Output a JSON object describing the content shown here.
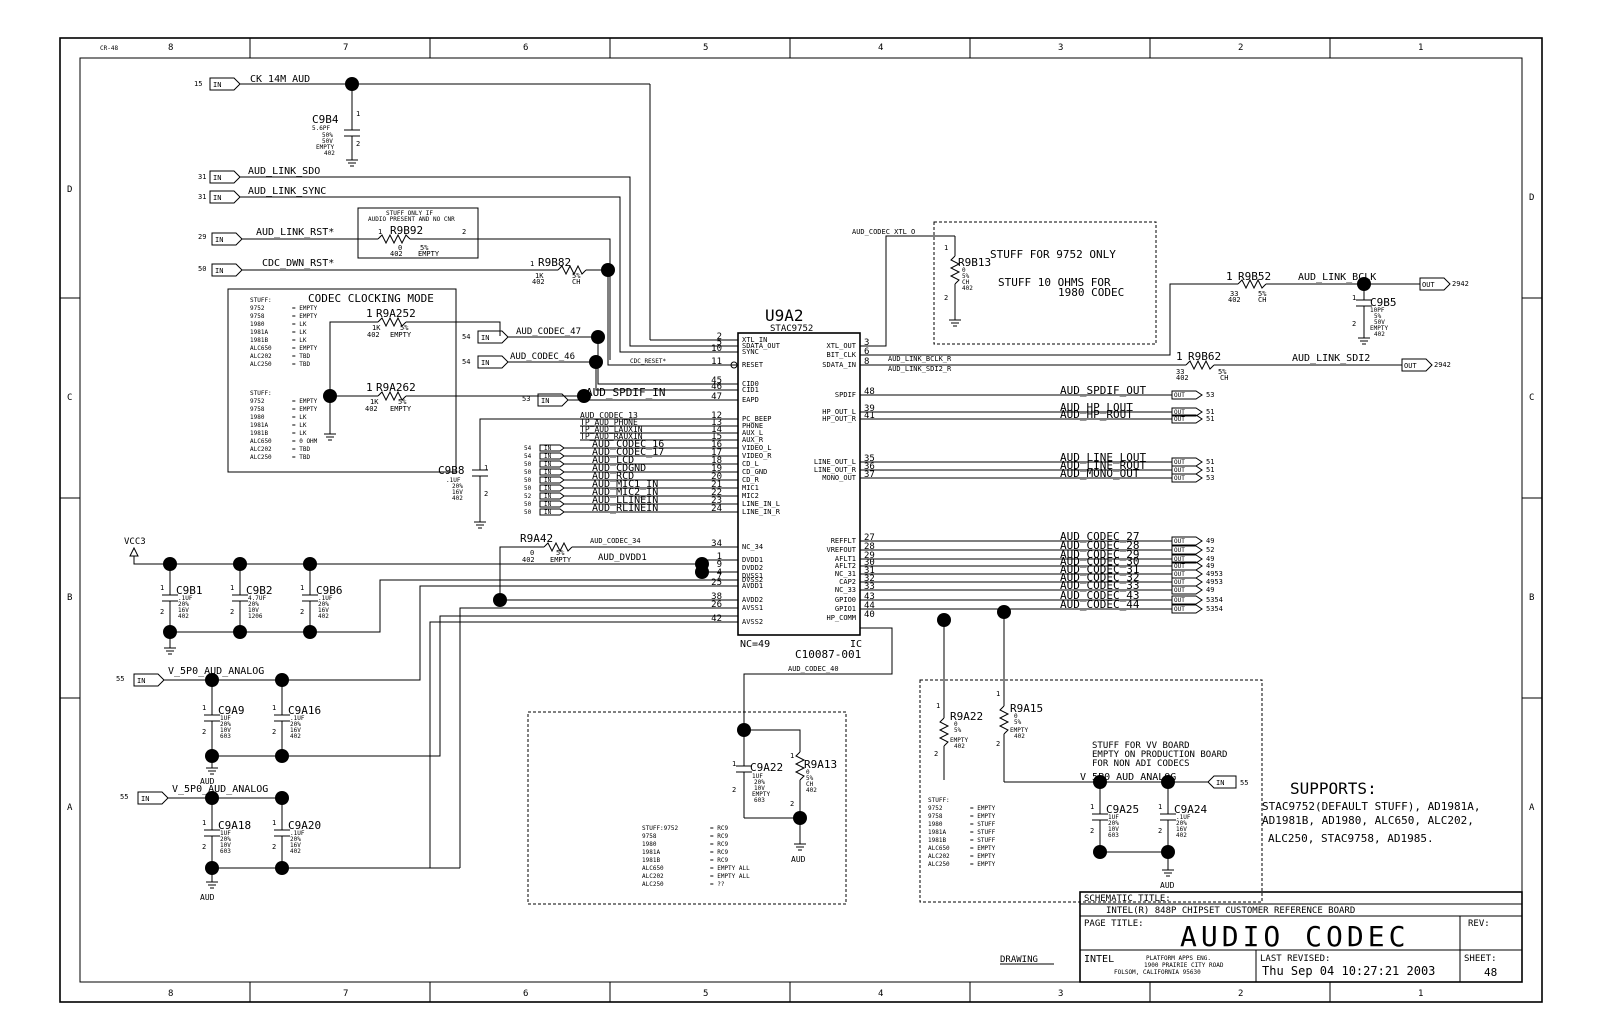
{
  "sheet_marker": "CR-48",
  "border": {
    "top_cols": [
      "8",
      "7",
      "6",
      "5",
      "4",
      "3",
      "2",
      "1"
    ],
    "bottom_cols": [
      "8",
      "7",
      "6",
      "5",
      "4",
      "3",
      "2",
      "1"
    ],
    "left_rows": [
      "D",
      "C",
      "B",
      "A"
    ],
    "right_rows": [
      "D",
      "C",
      "B",
      "A"
    ]
  },
  "chip": {
    "ref": "U9A2",
    "part": "STAC9752",
    "type": "IC",
    "pn": "C10087-001",
    "nc": "NC=49",
    "left_pins": [
      {
        "num": "2",
        "name": "XTL_IN"
      },
      {
        "num": "5",
        "name": "SDATA_OUT"
      },
      {
        "num": "10",
        "name": "SYNC"
      },
      {
        "num": "11",
        "name": "RESET"
      },
      {
        "num": "45",
        "name": "CID0"
      },
      {
        "num": "46",
        "name": "CID1"
      },
      {
        "num": "47",
        "name": "EAPD"
      },
      {
        "num": "12",
        "name": "PC_BEEP"
      },
      {
        "num": "13",
        "name": "PHONE"
      },
      {
        "num": "14",
        "name": "AUX_L"
      },
      {
        "num": "15",
        "name": "AUX_R"
      },
      {
        "num": "16",
        "name": "VIDEO_L"
      },
      {
        "num": "17",
        "name": "VIDEO_R"
      },
      {
        "num": "18",
        "name": "CD_L"
      },
      {
        "num": "19",
        "name": "CD_GND"
      },
      {
        "num": "20",
        "name": "CD_R"
      },
      {
        "num": "21",
        "name": "MIC1"
      },
      {
        "num": "22",
        "name": "MIC2"
      },
      {
        "num": "23",
        "name": "LINE_IN_L"
      },
      {
        "num": "24",
        "name": "LINE_IN_R"
      },
      {
        "num": "34",
        "name": "NC_34"
      },
      {
        "num": "1",
        "name": "DVDD1"
      },
      {
        "num": "9",
        "name": "DVDD2"
      },
      {
        "num": "4",
        "name": "DVSS1"
      },
      {
        "num": "7",
        "name": "DVSS2"
      },
      {
        "num": "25",
        "name": "AVDD1"
      },
      {
        "num": "38",
        "name": "AVDD2"
      },
      {
        "num": "26",
        "name": "AVSS1"
      },
      {
        "num": "42",
        "name": "AVSS2"
      }
    ],
    "right_pins": [
      {
        "num": "3",
        "name": "XTL_OUT"
      },
      {
        "num": "6",
        "name": "BIT_CLK"
      },
      {
        "num": "8",
        "name": "SDATA_IN"
      },
      {
        "num": "48",
        "name": "SPDIF"
      },
      {
        "num": "39",
        "name": "HP_OUT_L"
      },
      {
        "num": "41",
        "name": "HP_OUT_R"
      },
      {
        "num": "35",
        "name": "LINE_OUT_L"
      },
      {
        "num": "36",
        "name": "LINE_OUT_R"
      },
      {
        "num": "37",
        "name": "MONO_OUT"
      },
      {
        "num": "27",
        "name": "REFFLT"
      },
      {
        "num": "28",
        "name": "VREFOUT"
      },
      {
        "num": "29",
        "name": "AFLT1"
      },
      {
        "num": "30",
        "name": "AFLT2"
      },
      {
        "num": "31",
        "name": "NC_31"
      },
      {
        "num": "32",
        "name": "CAP2"
      },
      {
        "num": "33",
        "name": "NC_33"
      },
      {
        "num": "43",
        "name": "GPIO0"
      },
      {
        "num": "44",
        "name": "GPIO1"
      },
      {
        "num": "40",
        "name": "HP_COMM"
      }
    ]
  },
  "inputs": [
    {
      "page": "15",
      "net": "CK_14M_AUD"
    },
    {
      "page": "31",
      "net": "AUD_LINK_SDO"
    },
    {
      "page": "31",
      "net": "AUD_LINK_SYNC"
    },
    {
      "page": "29",
      "net": "AUD_LINK_RST*"
    },
    {
      "page": "50",
      "net": "CDC_DWN_RST*"
    },
    {
      "page": "54",
      "net": "AUD_CODEC_47"
    },
    {
      "page": "54",
      "net": "AUD_CODEC_46"
    },
    {
      "page": "53",
      "net": "AUD_SPDIF_IN"
    },
    {
      "page": "55",
      "net": "V_5P0_AUD_ANALOG"
    },
    {
      "page": "55",
      "net": "V_5P0_AUD_ANALOG"
    }
  ],
  "mid_inputs": [
    {
      "page": "",
      "net": "AUD_CODEC_13"
    },
    {
      "page": "",
      "net": "TP_AUD_PHONE"
    },
    {
      "page": "",
      "net": "TP_AUD_LAUXIN"
    },
    {
      "page": "",
      "net": "TP_AUD_RAUXIN"
    },
    {
      "page": "54",
      "net": "AUD_CODEC_16"
    },
    {
      "page": "54",
      "net": "AUD_CODEC_17"
    },
    {
      "page": "50",
      "net": "AUD_LCD"
    },
    {
      "page": "50",
      "net": "AUD_CDGND"
    },
    {
      "page": "50",
      "net": "AUD_RCD"
    },
    {
      "page": "50",
      "net": "AUD_MIC1_IN"
    },
    {
      "page": "52",
      "net": "AUD_MIC2_IN"
    },
    {
      "page": "50",
      "net": "AUD_LLINEIN"
    },
    {
      "page": "50",
      "net": "AUD_RLINEIN"
    }
  ],
  "outputs": [
    {
      "net": "AUD_LINK_BCLK",
      "page": "2942"
    },
    {
      "net": "AUD_LINK_SDI2",
      "page": "2942"
    },
    {
      "net": "AUD_SPDIF_OUT",
      "page": "53"
    },
    {
      "net": "AUD_HP_LOUT",
      "page": "51"
    },
    {
      "net": "AUD_HP_ROUT",
      "page": "51"
    },
    {
      "net": "AUD_LINE_LOUT",
      "page": "51"
    },
    {
      "net": "AUD_LINE_ROUT",
      "page": "51"
    },
    {
      "net": "AUD_MONO_OUT",
      "page": "53"
    },
    {
      "net": "AUD_CODEC_27",
      "page": "49"
    },
    {
      "net": "AUD_CODEC_28",
      "page": "52"
    },
    {
      "net": "AUD_CODEC_29",
      "page": "49"
    },
    {
      "net": "AUD_CODEC_30",
      "page": "49"
    },
    {
      "net": "AUD_CODEC_31",
      "page": "4953"
    },
    {
      "net": "AUD_CODEC_32",
      "page": "4953"
    },
    {
      "net": "AUD_CODEC_33",
      "page": "49"
    },
    {
      "net": "AUD_CODEC_43",
      "page": "5354"
    },
    {
      "net": "AUD_CODEC_44",
      "page": "5354"
    }
  ],
  "nets": {
    "aud_codec_xtl_o": "AUD_CODEC_XTL_O",
    "aud_link_bclk_r": "AUD_LINK_BCLK_R",
    "aud_link_sdi2_r": "AUD_LINK_SDI2_R",
    "cdc_reset": "CDC_RESET*",
    "aud_codec_34": "AUD_CODEC_34",
    "aud_dvdd1": "AUD_DVDD1",
    "aud_codec_40": "AUD_CODEC_40",
    "vcc3": "VCC3",
    "aud": "AUD"
  },
  "components": {
    "c9b4": [
      "C9B4",
      "5.6PF",
      "50%",
      "50V",
      "EMPTY",
      "402"
    ],
    "r9b92": [
      "R9B92",
      "0",
      "5%",
      "402",
      "EMPTY"
    ],
    "r9b82": [
      "R9B82",
      "1K",
      "5%",
      "402",
      "CH"
    ],
    "r9a252": [
      "R9A252",
      "1K",
      "5%",
      "402",
      "EMPTY"
    ],
    "r9a262": [
      "R9A262",
      "1K",
      "5%",
      "402",
      "EMPTY"
    ],
    "c9b8": [
      "C9B8",
      ".1UF",
      "20%",
      "16V",
      "402"
    ],
    "r9b13": [
      "R9B13",
      "0",
      "5%",
      "CH",
      "402"
    ],
    "r9b52": [
      "R9B52",
      "33",
      "5%",
      "402",
      "CH"
    ],
    "c9b5": [
      "C9B5",
      "10PF",
      "5%",
      "50V",
      "EMPTY",
      "402"
    ],
    "r9b62": [
      "R9B62",
      "33",
      "5%",
      "402",
      "CH"
    ],
    "r9a42": [
      "R9A42",
      "0",
      "5%",
      "402",
      "EMPTY"
    ],
    "c9b1": [
      "C9B1",
      ".1UF",
      "20%",
      "16V",
      "402"
    ],
    "c9b2": [
      "C9B2",
      "4.7UF",
      "20%",
      "10V",
      "1206"
    ],
    "c9b6": [
      "C9B6",
      ".1UF",
      "20%",
      "16V",
      "402"
    ],
    "c9a9": [
      "C9A9",
      "1UF",
      "20%",
      "10V",
      "603"
    ],
    "c9a16": [
      "C9A16",
      ".1UF",
      "20%",
      "16V",
      "402"
    ],
    "c9a18": [
      "C9A18",
      "1UF",
      "20%",
      "10V",
      "603"
    ],
    "c9a20": [
      "C9A20",
      ".1UF",
      "20%",
      "16V",
      "402"
    ],
    "c9a22": [
      "C9A22",
      "1UF",
      "20%",
      "10V",
      "EMPTY",
      "603"
    ],
    "r9a13": [
      "R9A13",
      "0",
      "5%",
      "CH",
      "402"
    ],
    "r9a22": [
      "R9A22",
      "0",
      "5%",
      "EMPTY",
      "402"
    ],
    "r9a15": [
      "R9A15",
      "0",
      "5%",
      "EMPTY",
      "402"
    ],
    "c9a25": [
      "C9A25",
      "1UF",
      "20%",
      "10V",
      "603"
    ],
    "c9a24": [
      "C9A24",
      ".1UF",
      "20%",
      "16V",
      "402"
    ]
  },
  "notes": {
    "stuff_only": [
      "STUFF ONLY IF",
      "AUDIO PRESENT AND NO CNR"
    ],
    "clocking_title": "CODEC CLOCKING MODE",
    "clocking_table1": [
      [
        "STUFF:",
        ""
      ],
      [
        "9752",
        "= EMPTY"
      ],
      [
        "9758",
        "= EMPTY"
      ],
      [
        "1980",
        "= LK"
      ],
      [
        "1981A",
        "= LK"
      ],
      [
        "1981B",
        "= LK"
      ],
      [
        "ALC650",
        "= EMPTY"
      ],
      [
        "ALC202",
        "= TBD"
      ],
      [
        "ALC250",
        "= TBD"
      ]
    ],
    "clocking_table2": [
      [
        "STUFF:",
        ""
      ],
      [
        "9752",
        "= EMPTY"
      ],
      [
        "9758",
        "= EMPTY"
      ],
      [
        "1980",
        "= LK"
      ],
      [
        "1981A",
        "= LK"
      ],
      [
        "1981B",
        "= LK"
      ],
      [
        "ALC650",
        "= 0 OHM"
      ],
      [
        "ALC202",
        "= TBD"
      ],
      [
        "ALC250",
        "= TBD"
      ]
    ],
    "stuff_9752": [
      "STUFF FOR 9752 ONLY",
      "STUFF 10 OHMS FOR",
      "1980 CODEC"
    ],
    "stuff_mid": [
      [
        "STUFF:9752",
        "= RC9"
      ],
      [
        "9758",
        "= RC9"
      ],
      [
        "1980",
        "= RC9"
      ],
      [
        "1981A",
        "= RC9"
      ],
      [
        "1981B",
        "= RC9"
      ],
      [
        "ALC650",
        "= EMPTY ALL"
      ],
      [
        "ALC202",
        "= EMPTY ALL"
      ],
      [
        "ALC250",
        "= ??"
      ]
    ],
    "stuff_right": [
      [
        "STUFF:",
        ""
      ],
      [
        "9752",
        "= EMPTY"
      ],
      [
        "9758",
        "= EMPTY"
      ],
      [
        "1980",
        "= STUFF"
      ],
      [
        "1981A",
        "= STUFF"
      ],
      [
        "1981B",
        "= STUFF"
      ],
      [
        "ALC650",
        "= EMPTY"
      ],
      [
        "ALC202",
        "= EMPTY"
      ],
      [
        "ALC250",
        "= EMPTY"
      ]
    ],
    "stuff_vv": [
      "STUFF FOR VV BOARD",
      "EMPTY ON PRODUCTION BOARD",
      "FOR NON ADI CODECS"
    ],
    "supports_title": "SUPPORTS:",
    "supports_lines": [
      "STAC9752(DEFAULT STUFF), AD1981A,",
      "AD1981B, AD1980, ALC650, ALC202,",
      "ALC250, STAC9758, AD1985."
    ]
  },
  "title_block": {
    "schematic_title_label": "SCHEMATIC TITLE:",
    "schematic_title": "INTEL(R) 848P CHIPSET CUSTOMER REFERENCE BOARD",
    "page_title_label": "PAGE TITLE:",
    "page_title": "AUDIO CODEC",
    "rev_label": "REV:",
    "company": "INTEL",
    "address": [
      "PLATFORM APPS ENG.",
      "1900 PRAIRIE CITY ROAD",
      "FOLSOM, CALIFORNIA 95630"
    ],
    "last_revised_label": "LAST REVISED:",
    "last_revised": "Thu Sep 04 10:27:21 2003",
    "sheet_label": "SHEET:",
    "sheet": "48",
    "drawing": "DRAWING"
  }
}
